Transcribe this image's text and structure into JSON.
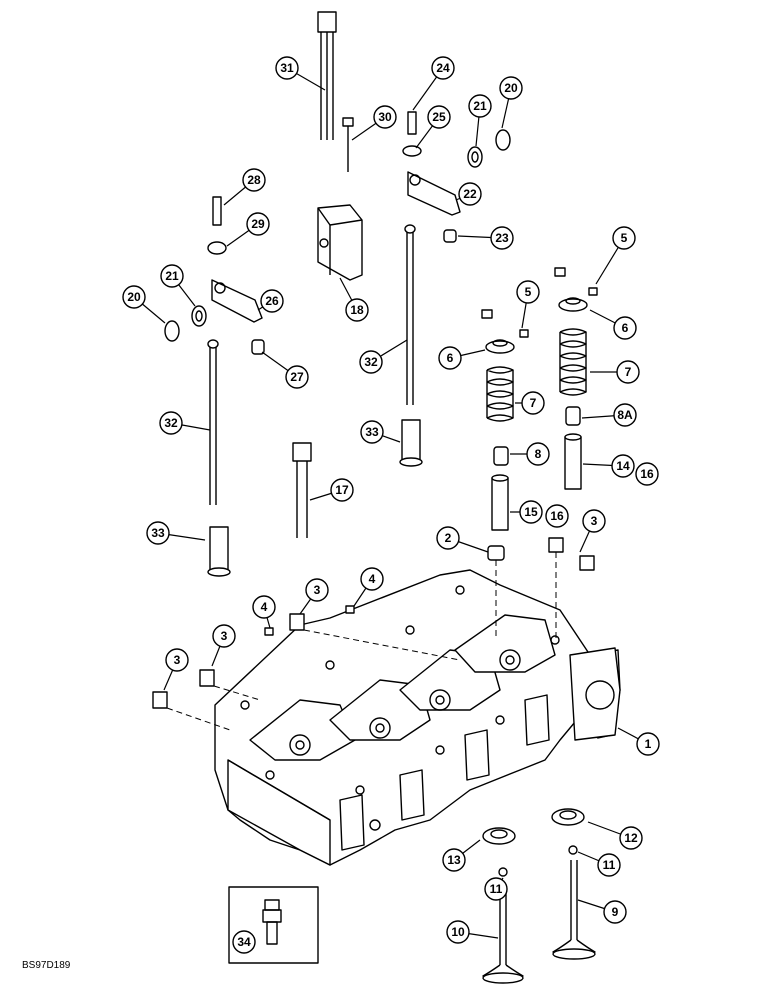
{
  "figure_id": "BS97D189",
  "callouts": [
    {
      "label": "31"
    },
    {
      "label": "24"
    },
    {
      "label": "20"
    },
    {
      "label": "21"
    },
    {
      "label": "30"
    },
    {
      "label": "25"
    },
    {
      "label": "28"
    },
    {
      "label": "22"
    },
    {
      "label": "29"
    },
    {
      "label": "23"
    },
    {
      "label": "5"
    },
    {
      "label": "21"
    },
    {
      "label": "20"
    },
    {
      "label": "26"
    },
    {
      "label": "18"
    },
    {
      "label": "5"
    },
    {
      "label": "6"
    },
    {
      "label": "6"
    },
    {
      "label": "32"
    },
    {
      "label": "27"
    },
    {
      "label": "7"
    },
    {
      "label": "7"
    },
    {
      "label": "8A"
    },
    {
      "label": "32"
    },
    {
      "label": "33"
    },
    {
      "label": "8"
    },
    {
      "label": "14"
    },
    {
      "label": "16"
    },
    {
      "label": "17"
    },
    {
      "label": "15"
    },
    {
      "label": "16"
    },
    {
      "label": "3"
    },
    {
      "label": "33"
    },
    {
      "label": "2"
    },
    {
      "label": "4"
    },
    {
      "label": "3"
    },
    {
      "label": "4"
    },
    {
      "label": "3"
    },
    {
      "label": "3"
    },
    {
      "label": "1"
    },
    {
      "label": "12"
    },
    {
      "label": "13"
    },
    {
      "label": "11"
    },
    {
      "label": "11"
    },
    {
      "label": "9"
    },
    {
      "label": "10"
    },
    {
      "label": "34"
    }
  ]
}
